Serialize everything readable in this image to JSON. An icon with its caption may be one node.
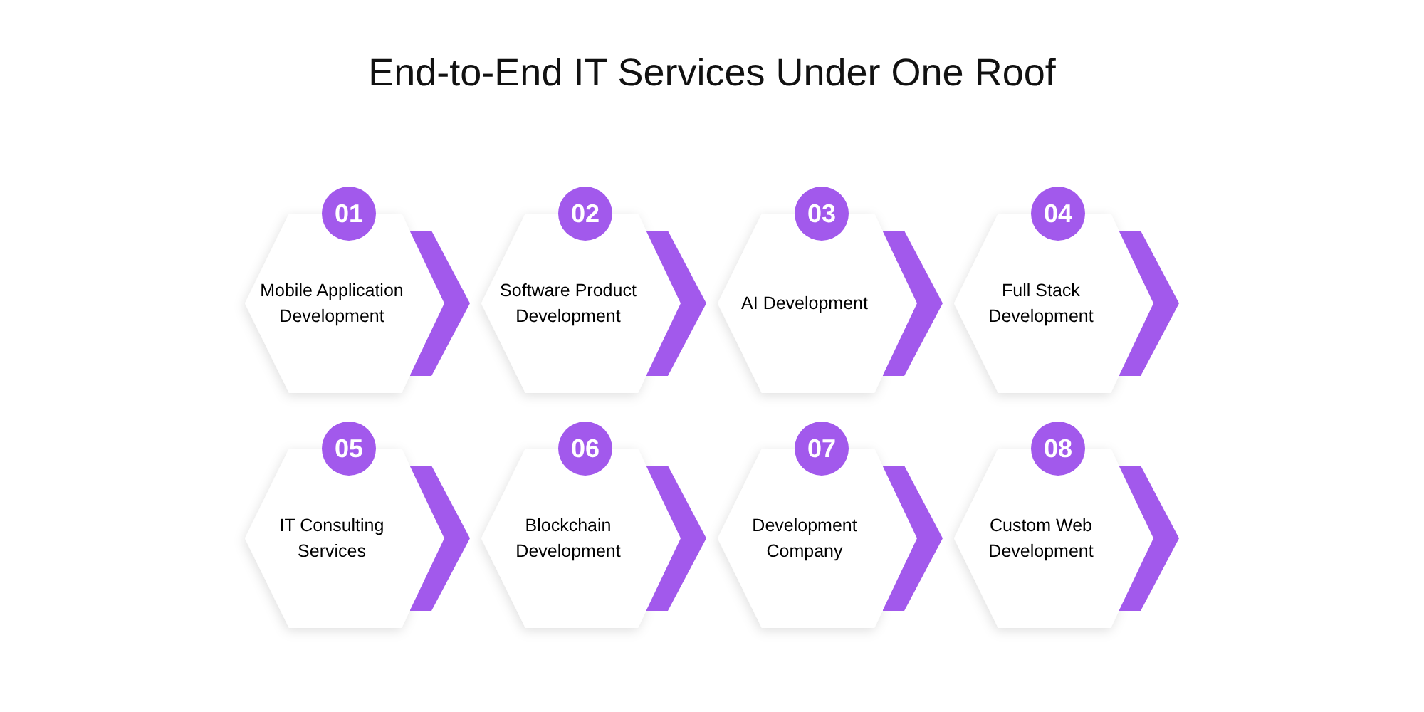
{
  "diagram": {
    "title": "End-to-End IT Services Under One Roof",
    "nodes": [
      {
        "text": [
          "01",
          "Mobile Application Development"
        ]
      },
      {
        "text": [
          "02",
          "Software Product Development"
        ]
      },
      {
        "text": [
          "03",
          "AI Development"
        ]
      },
      {
        "text": [
          "04",
          "Full Stack Development"
        ]
      },
      {
        "text": [
          "05",
          "IT Consulting Services"
        ]
      },
      {
        "text": [
          "06",
          "Blockchain Development"
        ]
      },
      {
        "text": [
          "07",
          "Development Company"
        ]
      },
      {
        "text": [
          "08",
          "Custom Web Development"
        ]
      }
    ]
  }
}
